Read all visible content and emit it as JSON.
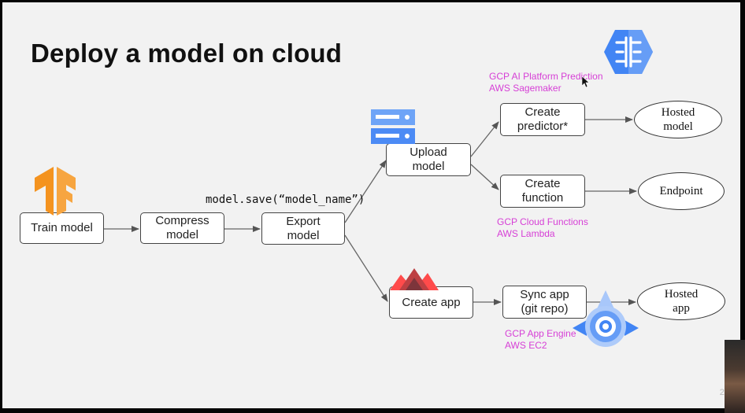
{
  "title": "Deploy a model on cloud",
  "code_snippet": "model.save(“model_name”)",
  "nodes": {
    "train": "Train model",
    "compress": "Compress\nmodel",
    "export": "Export\nmodel",
    "upload": "Upload\nmodel",
    "create_predictor": "Create\npredictor*",
    "create_function": "Create\nfunction",
    "create_app": "Create app",
    "sync_app": "Sync app\n(git repo)"
  },
  "endpoints": {
    "hosted_model": "Hosted\nmodel",
    "endpoint": "Endpoint",
    "hosted_app": "Hosted\napp"
  },
  "services": {
    "predictor": [
      "GCP AI Platform Prediction",
      "AWS Sagemaker"
    ],
    "function": [
      "GCP Cloud Functions",
      "AWS Lambda"
    ],
    "app": [
      "GCP App Engine",
      "AWS EC2"
    ]
  },
  "page_number": "24",
  "colors": {
    "service_text": "#d63fd6",
    "tensorflow": "#f4931f",
    "storage": "#4c8bf5",
    "streamlit": "#ff4b4b",
    "gcp_ai": "#4285f4",
    "app_engine": "#4285f4"
  },
  "icons": [
    "tensorflow-icon",
    "cloud-storage-icon",
    "gcp-ai-platform-icon",
    "streamlit-icon",
    "app-engine-icon",
    "cursor-icon"
  ]
}
